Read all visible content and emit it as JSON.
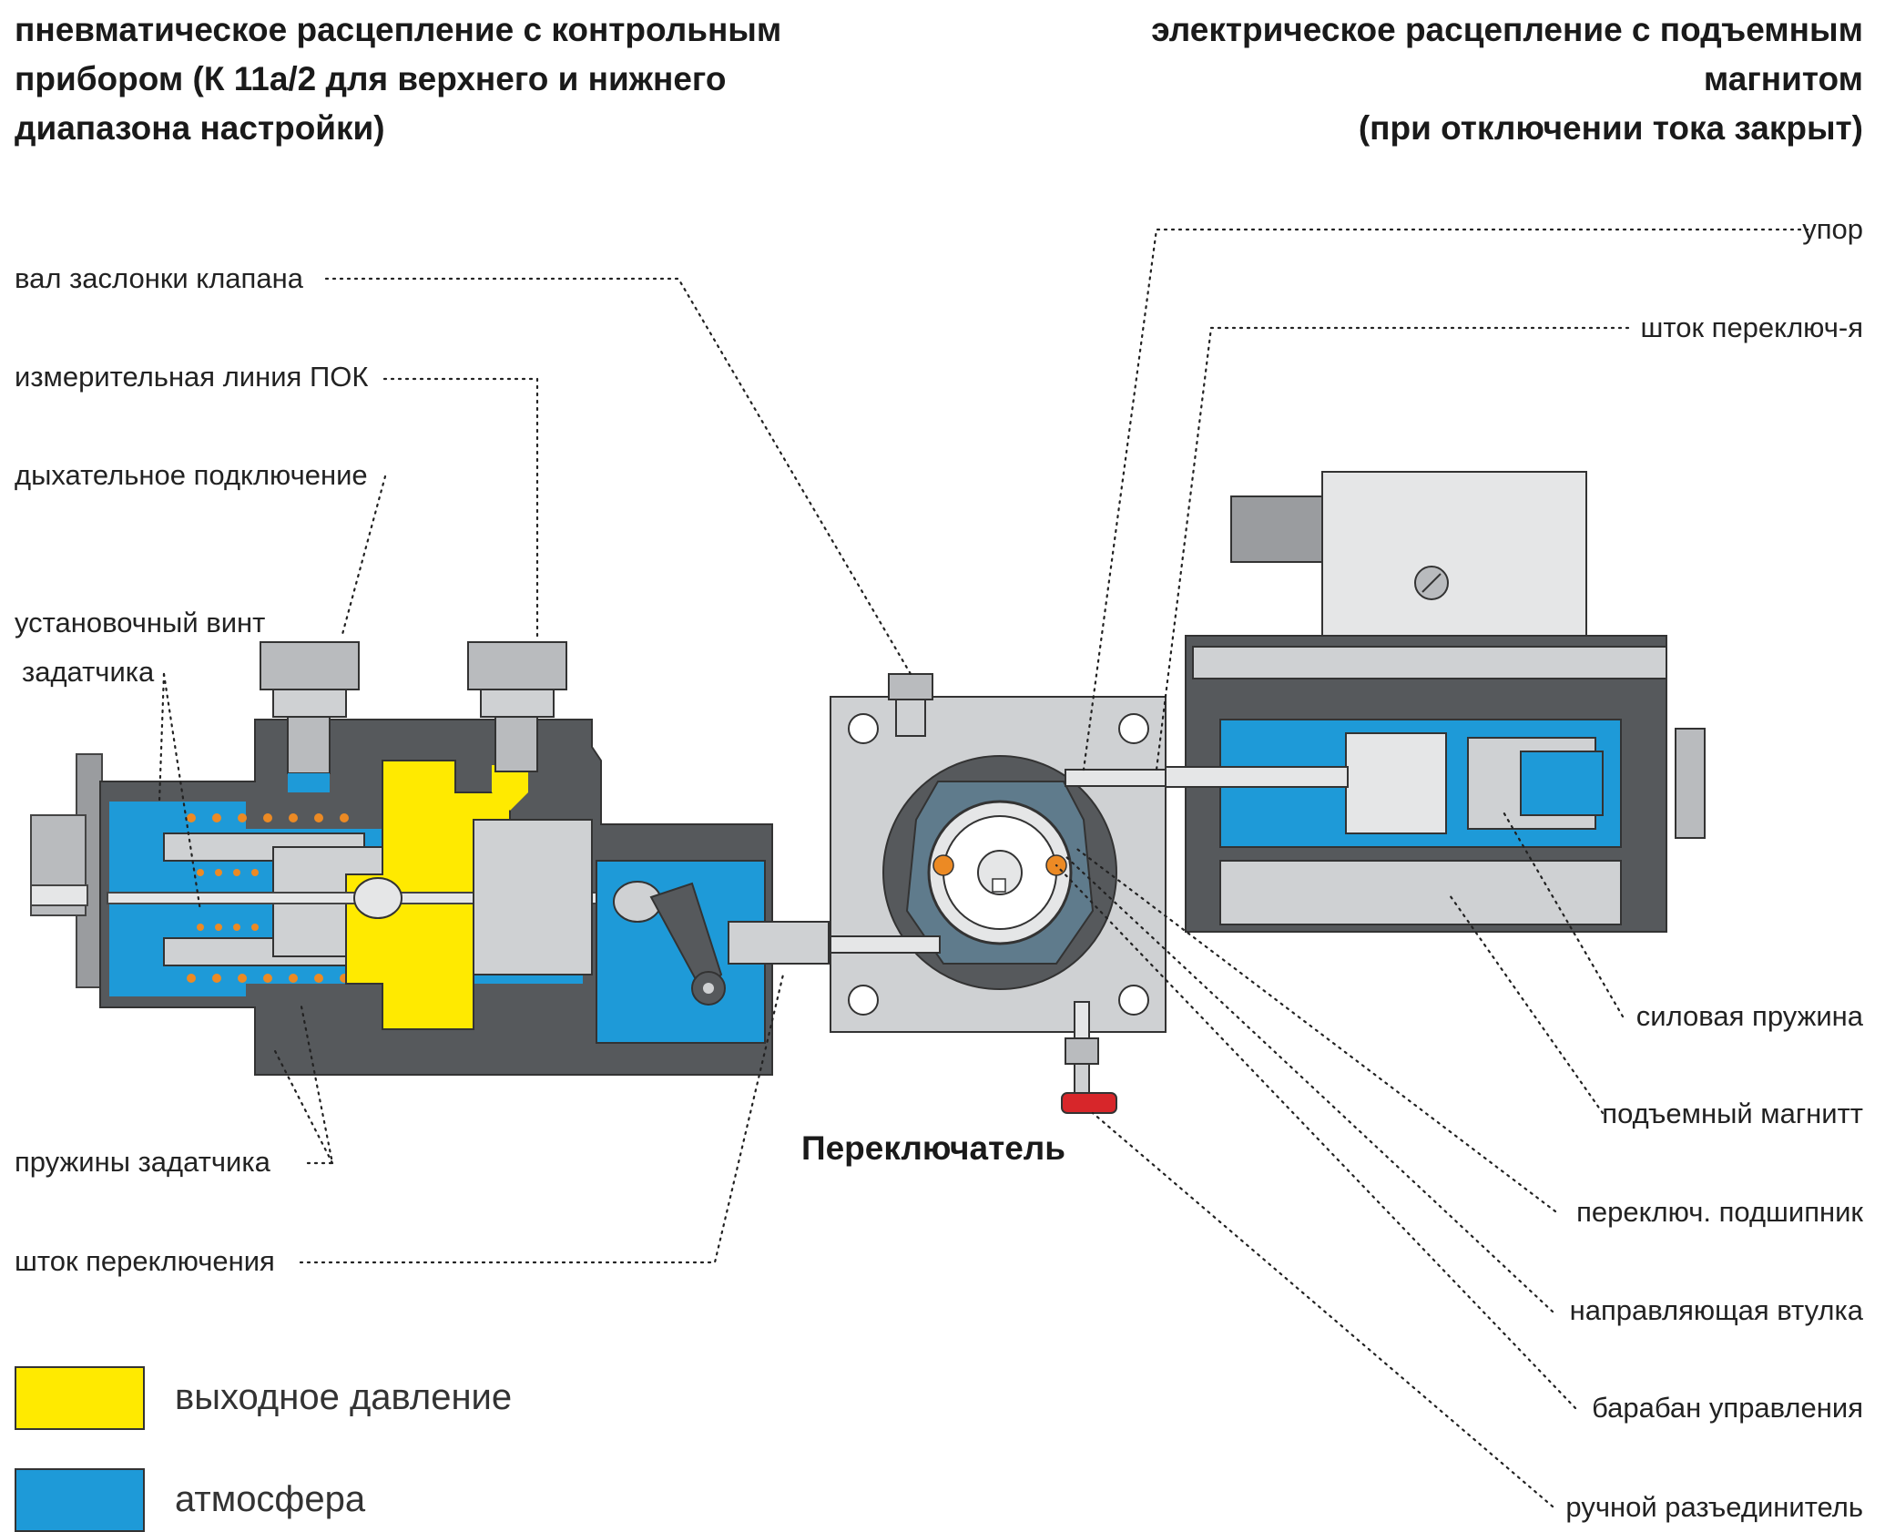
{
  "titles": {
    "left": [
      "пневматическое расцепление с контрольным",
      "прибором (К 11а/2 для верхнего и нижнего",
      "диапазона настройки)"
    ],
    "right": [
      "электрическое расцепление с подъемным",
      "магнитом",
      "(при отключении тока закрыт)"
    ]
  },
  "labels_left": {
    "valve_shaft": "вал заслонки клапана",
    "measure_line": "измерительная линия ПОК",
    "breather": "дыхательное подключение",
    "set_screw_1": "установочный винт",
    "set_screw_2": "задатчика",
    "setter_springs": "пружины задатчика",
    "switch_rod": "шток переключения"
  },
  "labels_right": {
    "stop": "упор",
    "switch_rod": "шток переключ-я",
    "power_spring": "силовая пружина",
    "lift_magnet": "подъемный магнитт",
    "switch_bearing": "переключ. подшипник",
    "guide_bush": "направляющая втулка",
    "control_drum": "барабан управления",
    "manual_release": "ручной разъединитель"
  },
  "switch_caption": "Переключатель",
  "legend": [
    {
      "label": "выходное давление",
      "color": "#ffea00"
    },
    {
      "label": "атмосфера",
      "color": "#1e9ad8"
    }
  ],
  "colors": {
    "body_dark": "#56595c",
    "body_light": "#cfd1d3",
    "pressure": "#ffea00",
    "atmosphere": "#1e9ad8",
    "release_knob": "#d7262a",
    "accent_orange": "#ec8a24"
  }
}
